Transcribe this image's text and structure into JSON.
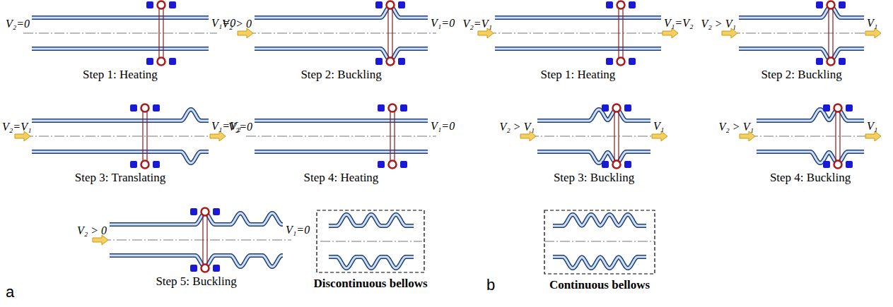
{
  "diagram": {
    "labels": [
      "V₂=0",
      "V₁=0",
      "Step 1: Heating",
      "V₂ > 0",
      "V₁=0",
      "Step 2: Buckling",
      "V₂=V₁",
      "V₁=V₂",
      "Step 3: Translating",
      "V₂=0",
      "V₁=0",
      "Step 4: Heating",
      "V₂ > 0",
      "V₁=0",
      "Step 5: Buckling",
      "Discontinuous bellows",
      "a",
      "V₂=V₁",
      "V₁=V₂",
      "Step 1: Heating",
      "V₂ > V₁",
      "V₁",
      "Step 2: Buckling",
      "V₂ > V₁",
      "V₁",
      "Step 3: Buckling",
      "V₂ > V₁",
      "V₁",
      "Step 4: Buckling",
      "Continuous bellows",
      "b"
    ]
  }
}
